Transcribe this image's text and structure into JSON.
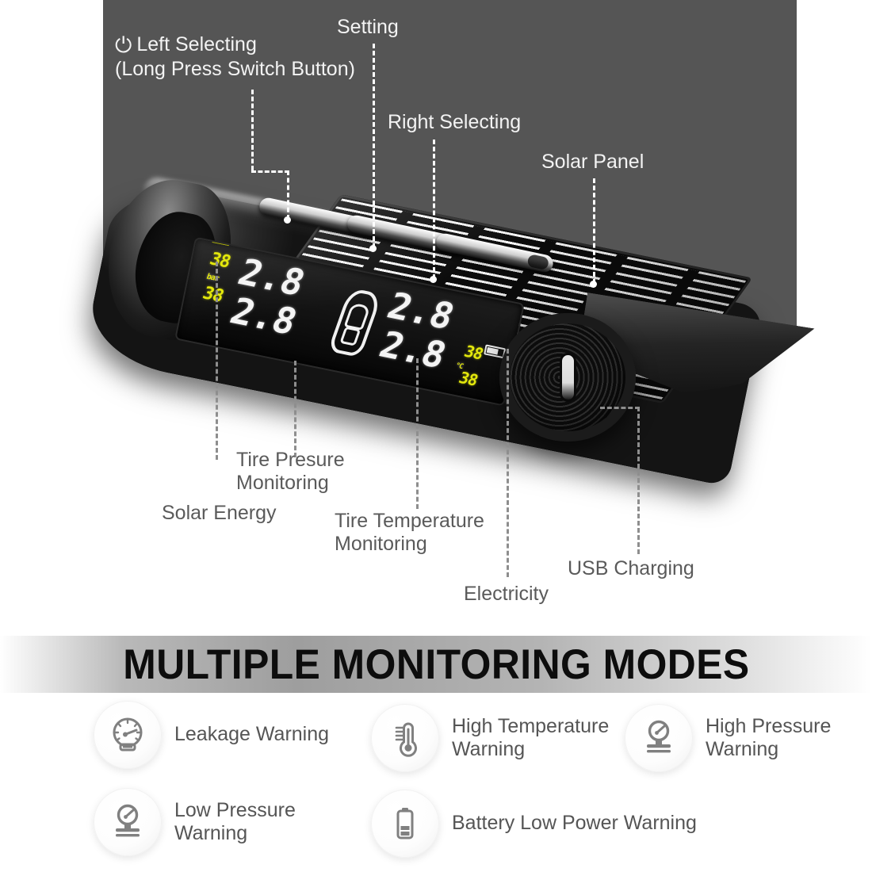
{
  "hero": {
    "background_color": "#555555",
    "callouts": [
      {
        "id": "left-selecting",
        "label": "Left Selecting",
        "sublabel": "(Long Press Switch Button)",
        "icon": "power-icon"
      },
      {
        "id": "setting",
        "label": "Setting"
      },
      {
        "id": "right-selecting",
        "label": "Right Selecting"
      },
      {
        "id": "solar-panel",
        "label": "Solar Panel"
      },
      {
        "id": "solar-energy",
        "label": "Solar Energy"
      },
      {
        "id": "tire-pressure-monitoring",
        "label": "Tire Presure\nMonitoring"
      },
      {
        "id": "tire-temperature-monitoring",
        "label": "Tire Temperature\nMonitoring"
      },
      {
        "id": "electricity",
        "label": "Electricity"
      },
      {
        "id": "usb-charging",
        "label": "USB Charging"
      }
    ]
  },
  "device": {
    "lcd": {
      "unit_pressure": "bar",
      "unit_temperature": "°C",
      "front_left_pressure": "2.8",
      "rear_left_pressure": "2.8",
      "front_right_pressure": "2.8",
      "rear_right_pressure": "2.8",
      "solar_indicator_top": "38",
      "solar_indicator_bottom": "38",
      "temperature_top": "38",
      "temperature_bottom": "38",
      "car_icon": "car-outline-icon",
      "solar_icon": "solar-panel-icon",
      "battery_icon": "battery-icon"
    },
    "buttons": [
      {
        "id": "button-left",
        "name": "left-selecting-button"
      },
      {
        "id": "button-middle",
        "name": "setting-button"
      },
      {
        "id": "button-right",
        "name": "right-selecting-button"
      }
    ],
    "port": {
      "type": "usb-c",
      "label": "USB Charging"
    }
  },
  "banner": {
    "title": "MULTIPLE MONITORING MODES",
    "gradient_start": "#ffffff",
    "gradient_mid": "#9e9e9e",
    "gradient_end": "#ffffff"
  },
  "features": [
    {
      "id": "leakage-warning",
      "icon": "gauge-icon",
      "label": "Leakage Warning"
    },
    {
      "id": "high-temperature",
      "icon": "thermometer-icon",
      "label": "High Temperature\nWarning"
    },
    {
      "id": "high-pressure",
      "icon": "pressure-gauge-icon",
      "label": "High Pressure\nWarning"
    },
    {
      "id": "low-pressure",
      "icon": "pressure-gauge-icon",
      "label": "Low Pressure\nWarning"
    },
    {
      "id": "battery-low-power",
      "icon": "battery-icon",
      "label": "Battery Low Power Warning"
    }
  ],
  "colors": {
    "panel_gray": "#555555",
    "text_on_dark": "#f3f3f3",
    "text_on_light": "#5a5a5a",
    "lcd_white": "#f4f4f4",
    "lcd_yellow": "#e4e80c",
    "icon_gray": "#808080"
  }
}
